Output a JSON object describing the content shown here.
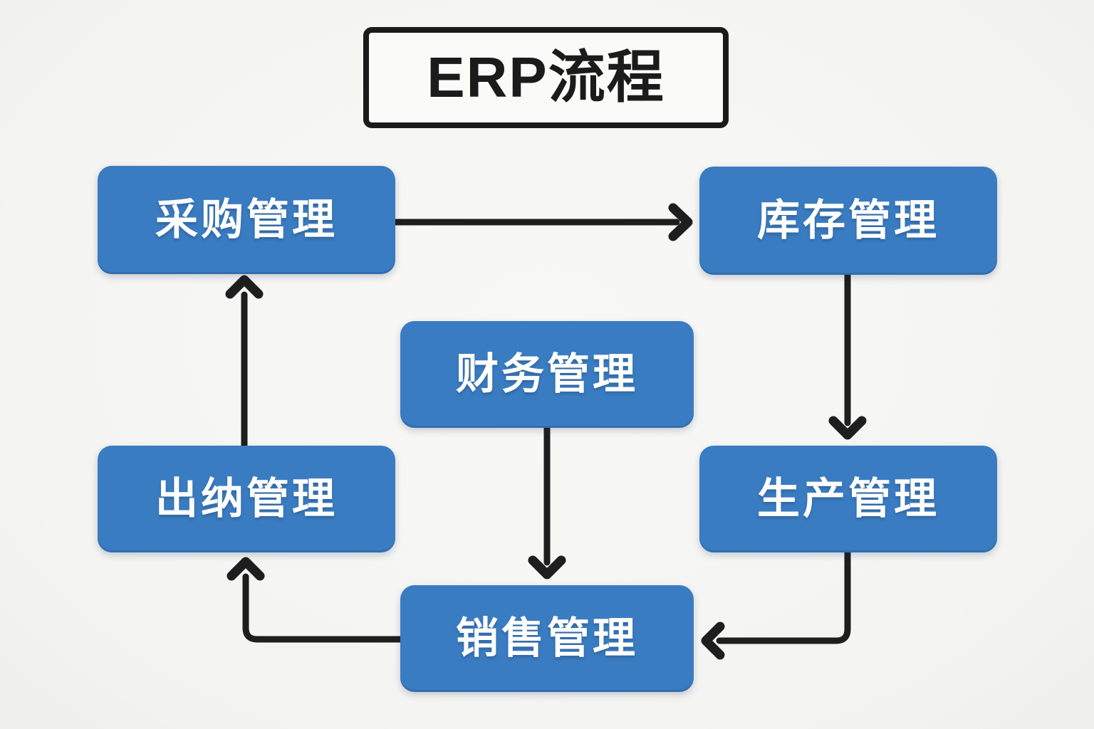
{
  "title": "ERP流程",
  "nodes": {
    "purchasing": {
      "label": "采购管理"
    },
    "inventory": {
      "label": "库存管理"
    },
    "finance": {
      "label": "财务管理"
    },
    "cashier": {
      "label": "出纳管理"
    },
    "production": {
      "label": "生产管理"
    },
    "sales": {
      "label": "销售管理"
    }
  },
  "edges": [
    {
      "from": "采购管理",
      "to": "库存管理"
    },
    {
      "from": "库存管理",
      "to": "生产管理"
    },
    {
      "from": "生产管理",
      "to": "销售管理"
    },
    {
      "from": "销售管理",
      "to": "出纳管理"
    },
    {
      "from": "出纳管理",
      "to": "采购管理"
    },
    {
      "from": "财务管理",
      "to": "销售管理"
    }
  ],
  "colors": {
    "background": "#f5f5f3",
    "node_fill": "#3a7cc2",
    "node_text": "#ffffff",
    "arrow": "#1e1e1e",
    "title_text": "#1b1b1b",
    "title_border": "#1b1b1b"
  }
}
